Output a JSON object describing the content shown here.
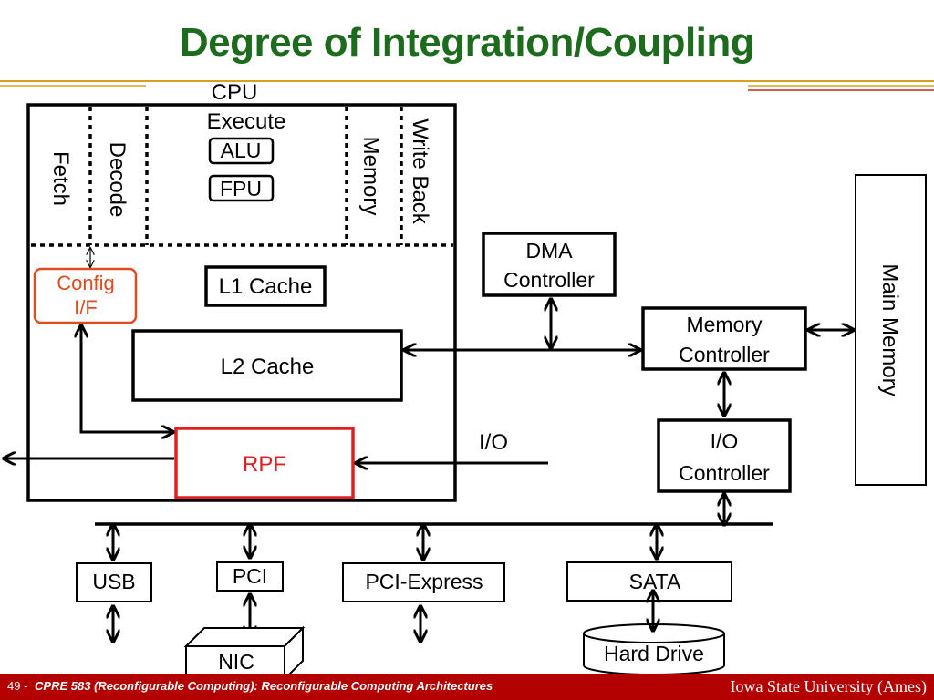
{
  "slide": {
    "title": "Degree of Integration/Coupling",
    "footer_slide_number": "49 -",
    "footer_course": "CPRE 583 (Reconfigurable Computing):  Reconfigurable Computing Architectures",
    "footer_university": "Iowa State University (Ames)"
  },
  "diagram": {
    "cpu_label": "CPU",
    "execute_label": "Execute",
    "stages": {
      "fetch": "Fetch",
      "decode": "Decode",
      "alu": "ALU",
      "fpu": "FPU",
      "memory": "Memory",
      "write_back": "Write Back"
    },
    "config_if": [
      "Config",
      "I/F"
    ],
    "l1_cache": "L1 Cache",
    "l2_cache": "L2 Cache",
    "rpf": "RPF",
    "io_label": "I/O",
    "dma_controller": [
      "DMA",
      "Controller"
    ],
    "memory_controller": [
      "Memory",
      "Controller"
    ],
    "io_controller": [
      "I/O",
      "Controller"
    ],
    "main_memory": "Main Memory",
    "buses": {
      "usb": "USB",
      "pci": "PCI",
      "pci_express": "PCI-Express",
      "sata": "SATA"
    },
    "nic": "NIC",
    "hard_drive": "Hard Drive"
  },
  "colors": {
    "title": "#1d6b1d",
    "footer_bg": "#b30000",
    "rpf_border": "#e02020",
    "config_border": "#e04b20",
    "header_rule_gold": "#d8a020",
    "header_rule_red": "#cc2222"
  }
}
